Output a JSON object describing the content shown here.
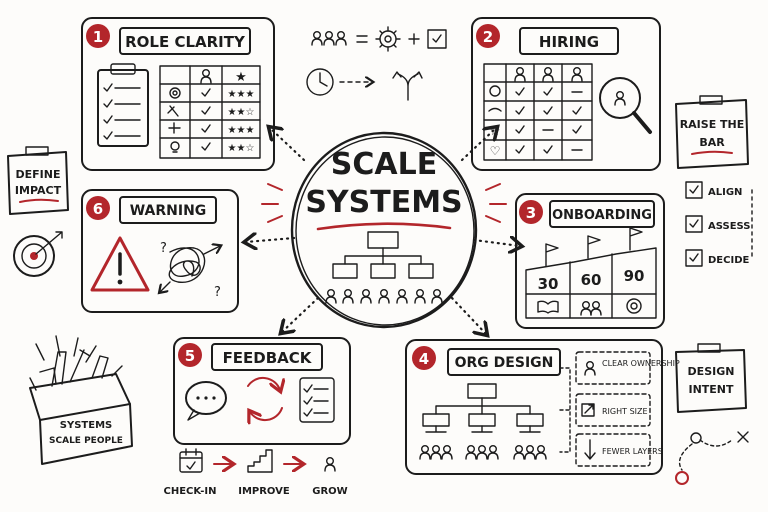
{
  "center": {
    "title_line1": "SCALE",
    "title_line2": "SYSTEMS"
  },
  "panels": {
    "role_clarity": {
      "num": "1",
      "title": "ROLE CLARITY",
      "ratings": [
        "★★★",
        "★★☆",
        "★★★",
        "★★☆"
      ]
    },
    "hiring": {
      "num": "2",
      "title": "HIRING"
    },
    "onboarding": {
      "num": "3",
      "title": "ONBOARDING",
      "days": [
        "30",
        "60",
        "90"
      ]
    },
    "org_design": {
      "num": "4",
      "title": "ORG DESIGN",
      "tags": [
        "CLEAR OWNERSHIP",
        "RIGHT SIZE",
        "FEWER LAYERS"
      ]
    },
    "feedback": {
      "num": "5",
      "title": "FEEDBACK",
      "steps": [
        "CHECK-IN",
        "IMPROVE",
        "GROW"
      ]
    },
    "warning": {
      "num": "6",
      "title": "WARNING"
    }
  },
  "notes": {
    "define_impact": [
      "DEFINE",
      "IMPACT"
    ],
    "raise_the_bar": [
      "RAISE THE",
      "BAR"
    ],
    "design_intent": [
      "DESIGN",
      "INTENT"
    ]
  },
  "checklist": [
    "ALIGN",
    "ASSESS",
    "DECIDE"
  ],
  "toolbox": [
    "SYSTEMS",
    "SCALE PEOPLE"
  ],
  "colors": {
    "accent": "#b3262b",
    "ink": "#1c1c1c"
  }
}
